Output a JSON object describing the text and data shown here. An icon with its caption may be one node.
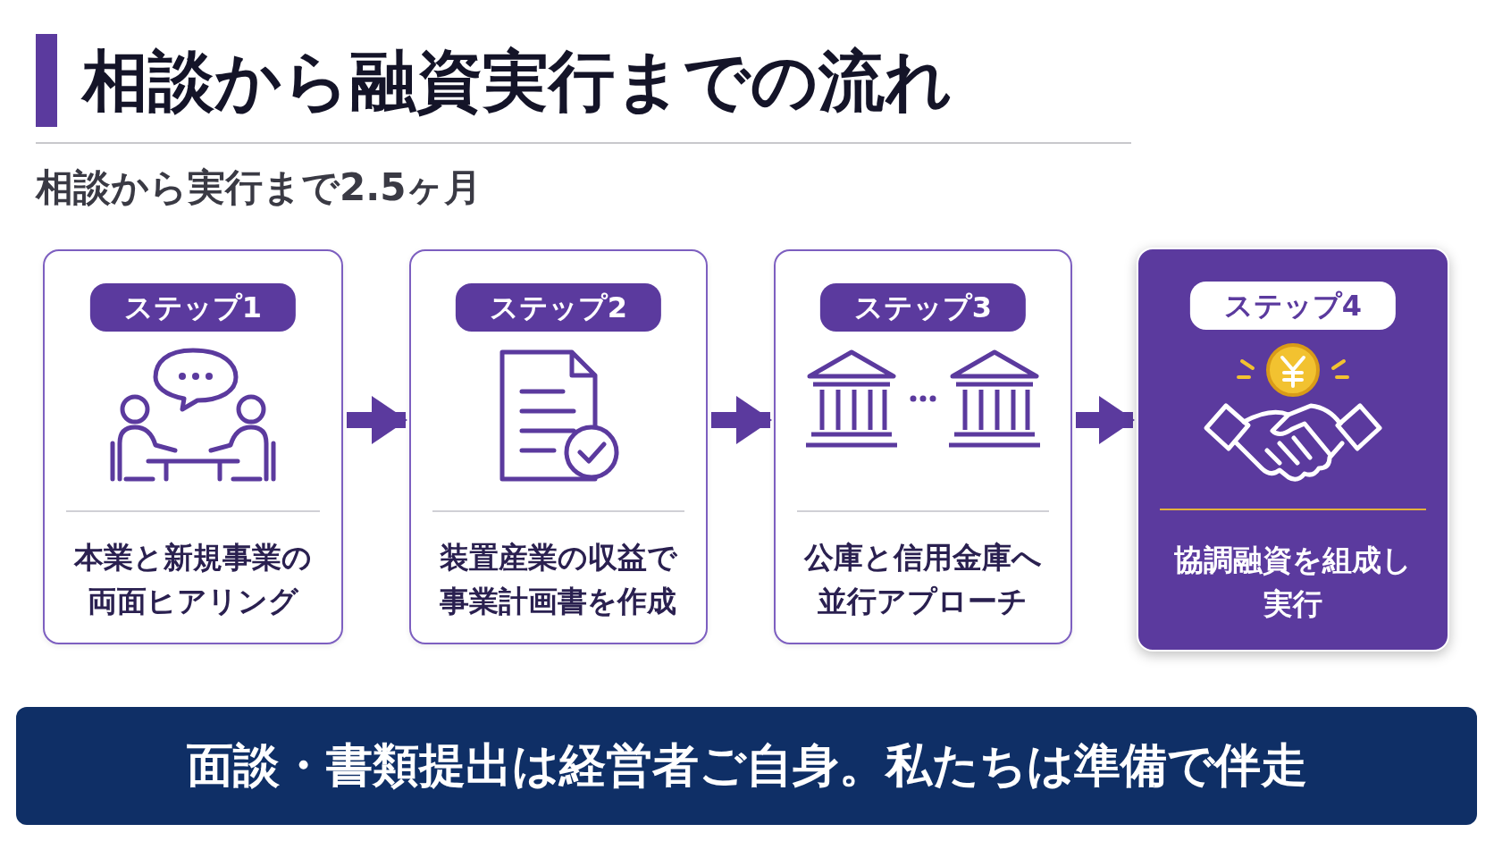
{
  "diagram": {
    "title": "相談から融資実行までの流れ",
    "nodes": [
      {
        "text": [
          "ステップ1",
          "本業と新規事業の両面ヒアリング"
        ]
      },
      {
        "text": [
          "ステップ2",
          "装置産業の収益で事業計画書を作成"
        ]
      },
      {
        "text": [
          "ステップ3",
          "公庫と信用金庫へ並行アプローチ"
        ]
      },
      {
        "text": [
          "ステップ4",
          "協調融資を組成し実行"
        ]
      },
      {
        "text": [
          "面談・書類提出は経営者ご自身。私たちは準備で伴走"
        ]
      }
    ],
    "edges": [
      {
        "from": 0,
        "to": 1,
        "arrow": "to"
      },
      {
        "from": 1,
        "to": 2,
        "arrow": "to"
      },
      {
        "from": 2,
        "to": 3,
        "arrow": "to"
      }
    ],
    "labels": [
      "相談から実行まで2.5ヶ月"
    ]
  }
}
